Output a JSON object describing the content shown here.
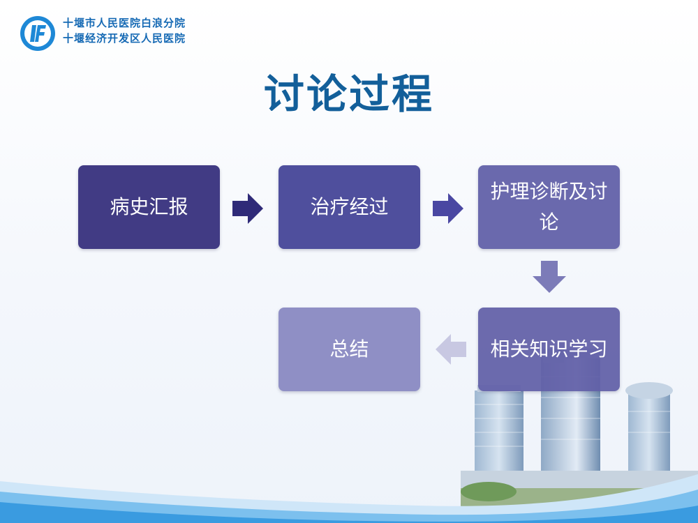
{
  "header": {
    "org_line1": "十堰市人民医院白浪分院",
    "org_line2": "十堰经济开发区人民医院",
    "logo_icon": "hospital-logo-icon"
  },
  "slide": {
    "title": "讨论过程"
  },
  "flow": {
    "steps": [
      {
        "label": "病史汇报",
        "color": "#413b84"
      },
      {
        "label": "治疗经过",
        "color": "#4f4f9d"
      },
      {
        "label": "护理诊断及讨论",
        "color": "#6a69ad"
      },
      {
        "label": "相关知识学习",
        "color": "#615fa7"
      },
      {
        "label": "总结",
        "color": "#8f8fc5"
      }
    ],
    "arrow_icons": [
      "arrow-right-icon",
      "arrow-right-icon",
      "arrow-down-icon",
      "arrow-left-icon"
    ]
  },
  "colors": {
    "title": "#135f9a",
    "brand_blue": "#1569b4",
    "wave_blue": "#3a9be0"
  }
}
